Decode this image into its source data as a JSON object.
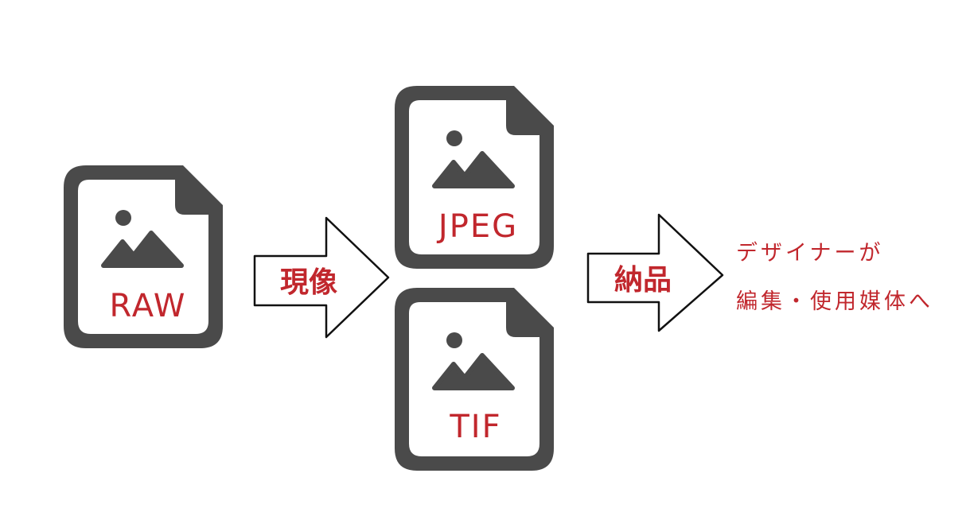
{
  "colors": {
    "icon": "#4a4a4a",
    "text": "#c1272d",
    "arrow_stroke": "#111111",
    "arrow_fill": "#ffffff"
  },
  "files": {
    "raw": {
      "label": "RAW",
      "icon": "image-file-icon"
    },
    "jpeg": {
      "label": "JPEG",
      "icon": "image-file-icon"
    },
    "tif": {
      "label": "TIF",
      "icon": "image-file-icon"
    }
  },
  "arrows": {
    "develop": {
      "label": "現像"
    },
    "deliver": {
      "label": "納品"
    }
  },
  "note": {
    "line1": "デザイナーが",
    "line2": "編集・使用媒体へ"
  }
}
